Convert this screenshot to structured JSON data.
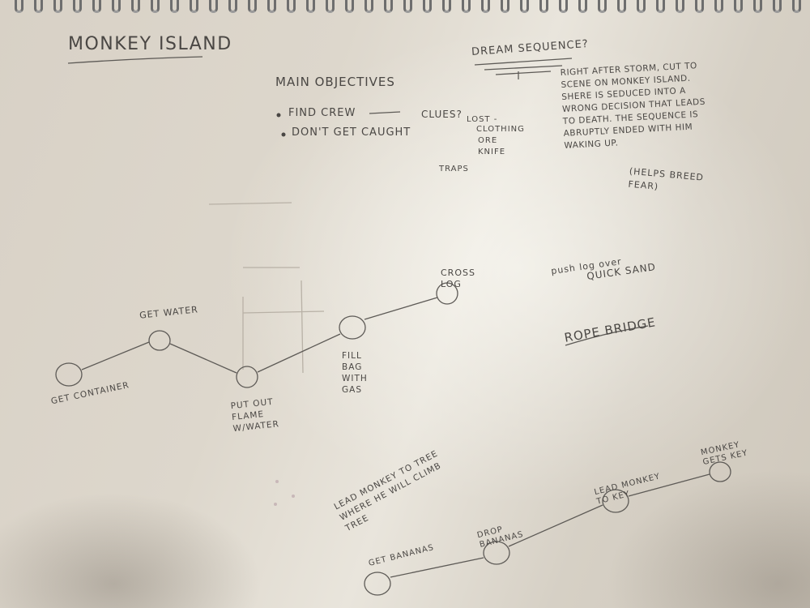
{
  "title": "Monkey Island",
  "main_objectives": {
    "heading": "Main objectives",
    "items": [
      "Find crew",
      "Don't get caught"
    ],
    "clues": "Clues?",
    "lost_label": "Lost -",
    "lost_items": [
      "Clothing",
      "Ore",
      "Knife"
    ],
    "traps": "Traps"
  },
  "dream": {
    "heading": "Dream Sequence?",
    "text": "Right after storm, cut to scene on monkey island. Shere is seduced into a wrong decision that leads to death. The sequence is abruptly ended with him waking up.",
    "note": "(Helps breed fear)"
  },
  "flow1": {
    "nodes": [
      "Get container",
      "Get water",
      "Put out flame w/water",
      "Fill bag with gas",
      "Cross log"
    ]
  },
  "notes": {
    "push_log": "push log over",
    "quick_sand": "Quick sand",
    "rope_bridge": "Rope Bridge",
    "lead_monkey_tree": "Lead monkey to tree where he will climb tree"
  },
  "flow2": {
    "nodes": [
      "Get bananas",
      "Drop bananas",
      "Lead monkey to key",
      "Monkey gets key"
    ]
  }
}
